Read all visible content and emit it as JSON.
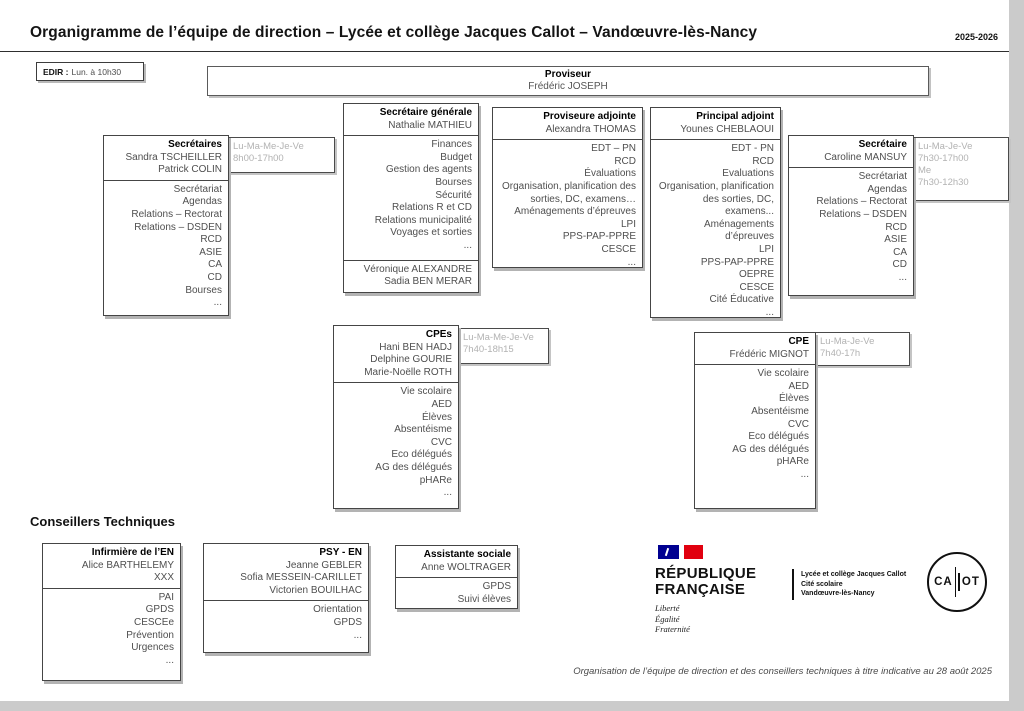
{
  "page": {
    "title": "Organigramme de l’équipe de direction – Lycée et collège Jacques Callot – Vandœuvre-lès-Nancy",
    "year": "2025-2026",
    "section_conseillers": "Conseillers Techniques",
    "footer_note": "Organisation de l’équipe de direction et des conseillers techniques à titre indicative au 28 août 2025"
  },
  "edir": {
    "label": "EDIR :",
    "value": "Lun. à 10h30"
  },
  "proviseur": {
    "title": "Proviseur",
    "name": "Frédéric JOSEPH"
  },
  "boxes": {
    "secretaires": {
      "title": "Secrétaires",
      "people": [
        "Sandra TSCHEILLER",
        "Patrick COLIN"
      ],
      "duties": [
        "Secrétariat",
        "Agendas",
        "Relations – Rectorat",
        "Relations – DSDEN",
        "RCD",
        "ASIE",
        "CA",
        "CD",
        "Bourses",
        "..."
      ],
      "hours": [
        "Lu-Ma-Me-Je-Ve",
        "8h00-17h00"
      ]
    },
    "secretaire_generale": {
      "title": "Secrétaire générale",
      "people": [
        "Nathalie MATHIEU"
      ],
      "duties": [
        "Finances",
        "Budget",
        "Gestion des agents",
        "Bourses",
        "Sécurité",
        "Relations R et CD",
        "Relations municipalité",
        "Voyages et sorties",
        "..."
      ],
      "extra_people": [
        "Véronique ALEXANDRE",
        "Sadia BEN MERAR"
      ]
    },
    "proviseure_adjointe": {
      "title": "Proviseure adjointe",
      "people": [
        "Alexandra THOMAS"
      ],
      "duties": [
        "EDT – PN",
        "RCD",
        "Évaluations",
        "Organisation, planification des sorties, DC, examens…",
        "Aménagements d’épreuves",
        "LPI",
        "PPS-PAP-PPRE",
        "CESCE",
        "..."
      ]
    },
    "principal_adjoint": {
      "title": "Principal adjoint",
      "people": [
        "Younes CHEBLAOUI"
      ],
      "duties": [
        "EDT - PN",
        "RCD",
        "Evaluations",
        "Organisation, planification des sorties, DC, examens...",
        "Aménagements d’épreuves",
        "LPI",
        "PPS-PAP-PPRE",
        "OEPRE",
        "CESCE",
        "Cité Éducative",
        "..."
      ]
    },
    "secretaire": {
      "title": "Secrétaire",
      "people": [
        "Caroline MANSUY"
      ],
      "duties": [
        "Secrétariat",
        "Agendas",
        "Relations – Rectorat",
        "Relations – DSDEN",
        "RCD",
        "ASIE",
        "CA",
        "CD",
        "..."
      ],
      "hours": [
        "Lu-Ma-Je-Ve",
        "7h30-17h00",
        "Me",
        "7h30-12h30"
      ]
    },
    "cpes": {
      "title": "CPEs",
      "people": [
        "Hani BEN HADJ",
        "Delphine GOURIE",
        "Marie-Noëlle ROTH"
      ],
      "duties": [
        "Vie scolaire",
        "AED",
        "Élèves",
        "Absentéisme",
        "CVC",
        "Eco délégués",
        "AG des délégués",
        "pHARe",
        "..."
      ],
      "hours": [
        "Lu-Ma-Me-Je-Ve",
        "7h40-18h15"
      ]
    },
    "cpe": {
      "title": "CPE",
      "people": [
        "Frédéric MIGNOT"
      ],
      "duties": [
        "Vie scolaire",
        "AED",
        "Élèves",
        "Absentéisme",
        "CVC",
        "Eco délégués",
        "AG des délégués",
        "pHARe",
        "..."
      ],
      "hours": [
        "Lu-Ma-Je-Ve",
        "7h40-17h"
      ]
    },
    "infirmiere": {
      "title": "Infirmière de l’EN",
      "people": [
        "Alice BARTHELEMY",
        "XXX"
      ],
      "duties": [
        "PAI",
        "GPDS",
        "CESCEe",
        "Prévention",
        "Urgences",
        "..."
      ]
    },
    "psy_en": {
      "title": "PSY - EN",
      "people": [
        "Jeanne GEBLER",
        "Sofia MESSEIN-CARILLET",
        "Victorien BOUILHAC"
      ],
      "duties": [
        "Orientation",
        "GPDS",
        "..."
      ]
    },
    "assistante_sociale": {
      "title": "Assistante sociale",
      "people": [
        "Anne WOLTRAGER"
      ],
      "duties": [
        "GPDS",
        "Suivi élèves"
      ]
    }
  },
  "logos": {
    "republique_line1": "RÉPUBLIQUE",
    "republique_line2": "FRANÇAISE",
    "motto": [
      "Liberté",
      "Égalité",
      "Fraternité"
    ],
    "school": [
      "Lycée et collège Jacques Callot",
      "Cité scolaire",
      "Vandœuvre-lès-Nancy"
    ],
    "callot_left": "CA",
    "callot_right": "OT",
    "flag_blue": "#000091",
    "flag_red": "#e1000f"
  }
}
